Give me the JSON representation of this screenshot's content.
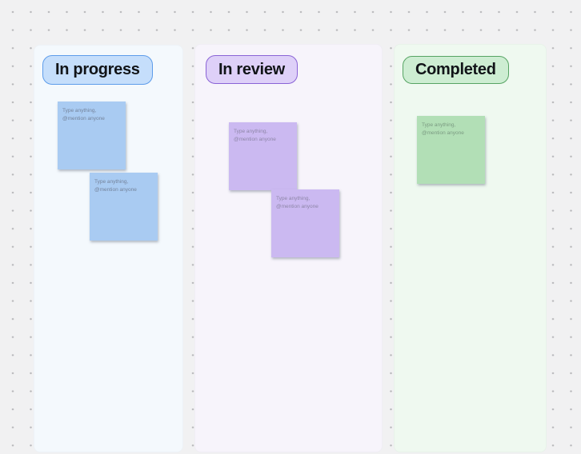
{
  "board": {
    "canvas": {
      "background": "#F1F1F2",
      "dot_color": "#B7B7BA"
    },
    "columns": [
      {
        "id": "in-progress",
        "label": "In progress",
        "accent": "#5D9CEA",
        "pill_bg": "#C5DEFB",
        "column_bg": "#F4F9FD",
        "note_bg": "#A9CBF2"
      },
      {
        "id": "in-review",
        "label": "In review",
        "accent": "#8A63D6",
        "pill_bg": "#DED0F8",
        "column_bg": "#F7F4FB",
        "note_bg": "#CBB9F1"
      },
      {
        "id": "completed",
        "label": "Completed",
        "accent": "#56A463",
        "pill_bg": "#CDEDD2",
        "column_bg": "#EFF9F0",
        "note_bg": "#B2DFB6"
      }
    ],
    "notes": [
      {
        "column": "In progress",
        "text": "Type anything, @mention anyone"
      },
      {
        "column": "In progress",
        "text": "Type anything, @mention anyone"
      },
      {
        "column": "In review",
        "text": "Type anything, @mention anyone"
      },
      {
        "column": "In review",
        "text": "Type anything, @mention anyone"
      },
      {
        "column": "Completed",
        "text": "Type anything, @mention anyone"
      }
    ]
  }
}
